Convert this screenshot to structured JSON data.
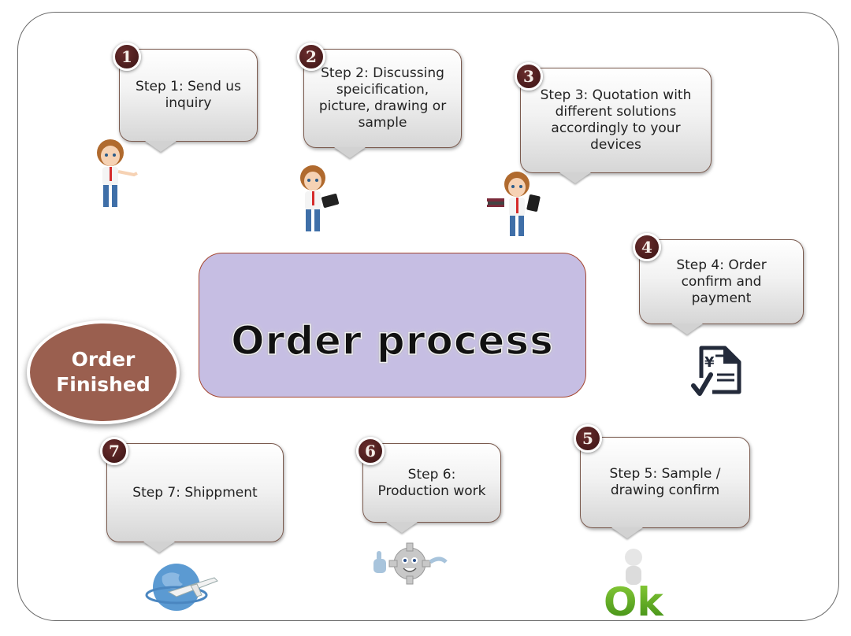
{
  "title": "Order process",
  "end_label": "Order\nFinished",
  "colors": {
    "center_fill": "#c6bee3",
    "center_border": "#a4452e",
    "end_fill": "#9a5f4f",
    "badge": "#4a1e1e",
    "bubble_border": "#7a5a4e"
  },
  "steps": [
    {
      "number": "1",
      "text": "Step 1: Send us\ninquiry",
      "icon": "boy-presenting-icon"
    },
    {
      "number": "2",
      "text": "Step 2: Discussing\nspeicification,\npicture, drawing or\nsample",
      "icon": "boy-with-laptop-icon"
    },
    {
      "number": "3",
      "text": "Step 3: Quotation with\ndifferent solutions\naccordingly to your\ndevices",
      "icon": "boy-with-books-tablet-icon"
    },
    {
      "number": "4",
      "text": "Step 4: Order\nconfirm and\npayment",
      "icon": "invoice-check-icon"
    },
    {
      "number": "5",
      "text": "Step 5: Sample /\ndrawing confirm",
      "icon": "ok-figure-icon"
    },
    {
      "number": "6",
      "text": "Step 6:\nProduction work",
      "icon": "gear-mascot-icon"
    },
    {
      "number": "7",
      "text": "Step 7: Shippment",
      "icon": "globe-airplane-icon"
    }
  ],
  "icon_text": {
    "yen": "¥",
    "ok": "Ok"
  }
}
